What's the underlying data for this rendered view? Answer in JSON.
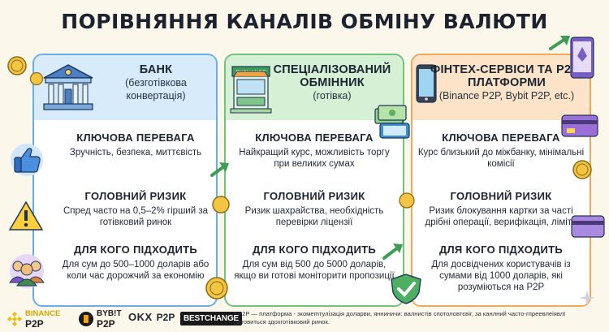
{
  "title": "ПОРІВНЯННЯ КАНАЛІВ ОБМІНУ ВАЛЮТИ",
  "columns": [
    {
      "name": "БАНК",
      "subtitle": "(безготівкова конвертація)",
      "advantage_heading": "КЛЮЧОВА ПЕРЕВАГА",
      "advantage": "Зручність, безпека, миттєвість",
      "risk_heading": "ГОЛОВНИЙ РИЗИК",
      "risk": "Спред часто на 0,5–2% гірший за готівковий ринок",
      "fit_heading": "ДЛЯ КОГО ПІДХОДИТЬ",
      "fit": "Для сум до 500–1000 доларів або коли час дорожчий за економію"
    },
    {
      "name": "СПЕЦІАЛІЗОВАНИЙ ОБМІННИК",
      "subtitle": "(готівка)",
      "advantage_heading": "КЛЮЧОВА ПЕРЕВАГА",
      "advantage": "Найкращий курс, можливість торгу при великих сумах",
      "risk_heading": "ГОЛОВНИЙ РИЗИК",
      "risk": "Ризик шахрайства, необхідність перевірки ліцензії",
      "fit_heading": "ДЛЯ КОГО ПІДХОДИТЬ",
      "fit": "Для сум від 500 до 5000 доларів, якщо ви готові моніторити пропозиції",
      "sign": "EXCHANGE"
    },
    {
      "name": "ФІНТЕХ-СЕРВІСИ ТА P2P-ПЛАТФОРМИ",
      "subtitle": "(Binance P2P, Bybit P2P, etc.)",
      "advantage_heading": "КЛЮЧОВА ПЕРЕВАГА",
      "advantage": "Курс близький до міжбанку, мінімальні комісії",
      "risk_heading": "ГОЛОВНИЙ РИЗИК",
      "risk": "Ризик блокування картки за часті дрібні операції, верифікація, ліміти",
      "fit_heading": "ДЛЯ КОГО ПІДХОДИТЬ",
      "fit": "Для досвідчених користувачів із сумами від 1000 доларів, які розуміються на P2P"
    }
  ],
  "logos": {
    "binance_top": "BINANCE",
    "binance_bottom": "P2P",
    "bybit_top": "BYB!T",
    "bybit_bottom": "P2P",
    "okx": "OKX",
    "okx_p2p": "P2P",
    "bestchange": "BESTCHANGE"
  },
  "footnote": "* P2P — платформа - зкомеmтулізація доларви, янниничи: валнистів спотоловтєвіг, за канлний часто-гпреевлеіявлї датовиться здохготівковий ринок.",
  "colors": {
    "bank": "#6aaee8",
    "exchange": "#73c27b",
    "fintech": "#f0a85a"
  }
}
